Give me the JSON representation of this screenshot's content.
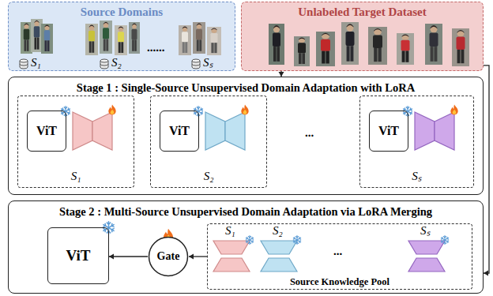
{
  "diagram": {
    "nodes": [
      {
        "text": [
          "Source Domains"
        ]
      },
      {
        "text": [
          "Unlabeled Target Dataset"
        ]
      },
      {
        "text": [
          "Stage 1 : Single-Source Unsupervised Domain Adaptation with LoRA"
        ]
      },
      {
        "text": [
          "S₁"
        ],
        "in": 2
      },
      {
        "text": [
          "ViT"
        ],
        "in": 3
      },
      {
        "text": [
          "S₂"
        ],
        "in": 2
      },
      {
        "text": [
          "ViT"
        ],
        "in": 5
      },
      {
        "text": [
          "Sₛ"
        ],
        "in": 2
      },
      {
        "text": [
          "ViT"
        ],
        "in": 7
      },
      {
        "text": [
          "Stage 2 : Multi-Source Unsupervised Domain Adaptation via LoRA Merging"
        ]
      },
      {
        "text": [
          "ViT"
        ],
        "in": 9
      },
      {
        "text": [
          "Gate"
        ],
        "in": 9
      },
      {
        "text": [
          "Source Knowledge Pool"
        ],
        "in": 9
      }
    ],
    "edges": [
      {
        "from": 1,
        "to": 2,
        "arrow": "to"
      },
      {
        "from": 1,
        "to": 9,
        "arrow": "to"
      },
      {
        "from": 12,
        "to": 11,
        "arrow": "to"
      },
      {
        "from": 11,
        "to": 10,
        "arrow": "to"
      }
    ],
    "labels": [
      "S₁",
      "S₂",
      "......",
      "Sₛ",
      "...",
      "S₁",
      "S₂",
      "...",
      "Sₛ"
    ]
  }
}
